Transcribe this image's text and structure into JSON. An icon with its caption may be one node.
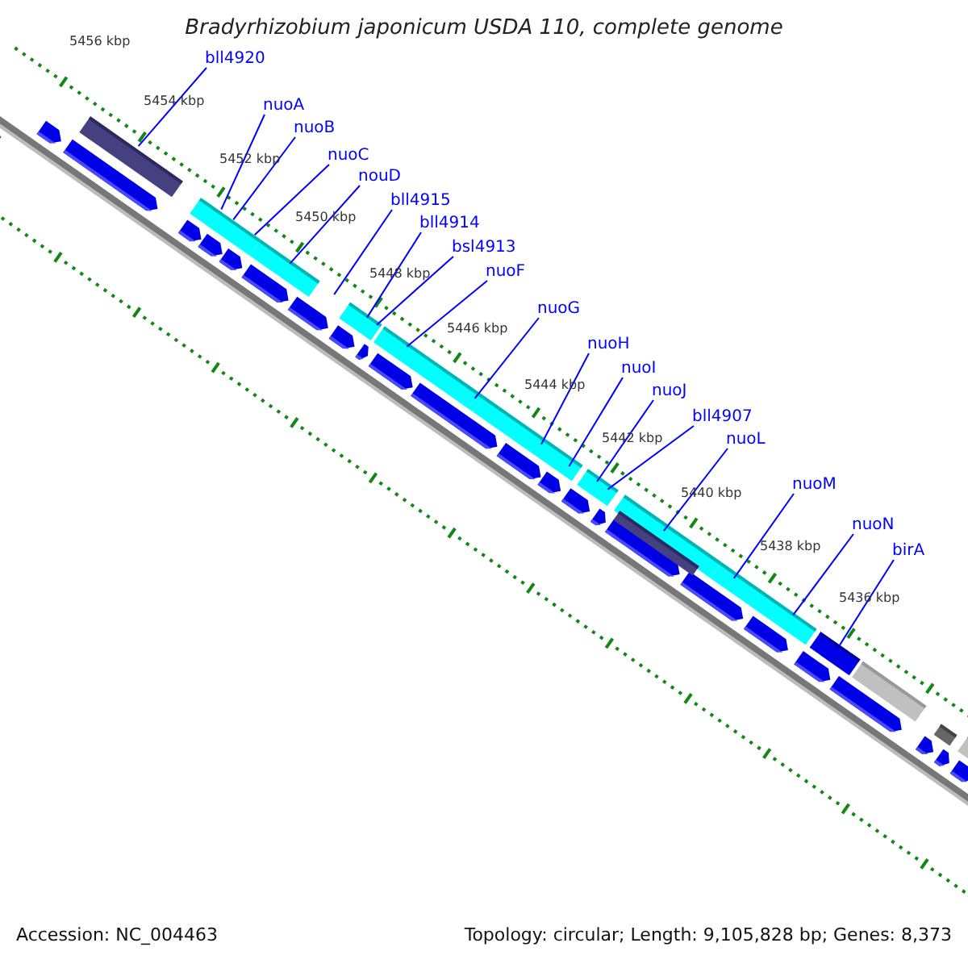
{
  "diagram": {
    "title": "Bradyrhizobium japonicum USDA 110, complete genome",
    "nodes": [
      {
        "text": [
          "bll4920"
        ]
      },
      {
        "text": [
          "nuoA"
        ]
      },
      {
        "text": [
          "nuoB"
        ]
      },
      {
        "text": [
          "nuoC"
        ]
      },
      {
        "text": [
          "nouD"
        ]
      },
      {
        "text": [
          "bll4915"
        ]
      },
      {
        "text": [
          "bll4914"
        ]
      },
      {
        "text": [
          "bsl4913"
        ]
      },
      {
        "text": [
          "nuoF"
        ]
      },
      {
        "text": [
          "nuoG"
        ]
      },
      {
        "text": [
          "nuoH"
        ]
      },
      {
        "text": [
          "nuoI"
        ]
      },
      {
        "text": [
          "nuoJ"
        ]
      },
      {
        "text": [
          "bll4907"
        ]
      },
      {
        "text": [
          "nuoL"
        ]
      },
      {
        "text": [
          "nuoM"
        ]
      },
      {
        "text": [
          "nuoN"
        ]
      },
      {
        "text": [
          "birA"
        ]
      }
    ],
    "edges": [
      {
        "from": 0,
        "to": null,
        "arrow": "none"
      },
      {
        "from": 1,
        "to": null,
        "arrow": "none"
      },
      {
        "from": 2,
        "to": null,
        "arrow": "none"
      },
      {
        "from": 3,
        "to": null,
        "arrow": "none"
      },
      {
        "from": 4,
        "to": null,
        "arrow": "none"
      },
      {
        "from": 5,
        "to": null,
        "arrow": "none"
      },
      {
        "from": 6,
        "to": null,
        "arrow": "none"
      },
      {
        "from": 7,
        "to": null,
        "arrow": "none"
      },
      {
        "from": 8,
        "to": null,
        "arrow": "none"
      },
      {
        "from": 9,
        "to": null,
        "arrow": "none"
      },
      {
        "from": 10,
        "to": null,
        "arrow": "none"
      },
      {
        "from": 11,
        "to": null,
        "arrow": "none"
      },
      {
        "from": 12,
        "to": null,
        "arrow": "none"
      },
      {
        "from": 13,
        "to": null,
        "arrow": "none"
      },
      {
        "from": 14,
        "to": null,
        "arrow": "none"
      },
      {
        "from": 15,
        "to": null,
        "arrow": "none"
      },
      {
        "from": 16,
        "to": null,
        "arrow": "none"
      },
      {
        "from": 17,
        "to": null,
        "arrow": "none"
      }
    ],
    "labels": [
      "5456 kbp",
      "5454 kbp",
      "5452 kbp",
      "5450 kbp",
      "5448 kbp",
      "5446 kbp",
      "5444 kbp",
      "5442 kbp",
      "5440 kbp",
      "5438 kbp",
      "5436 kbp",
      "Accession: NC_004463",
      "Topology: circular; Length: 9,105,828 bp; Genes: 8,373"
    ]
  }
}
